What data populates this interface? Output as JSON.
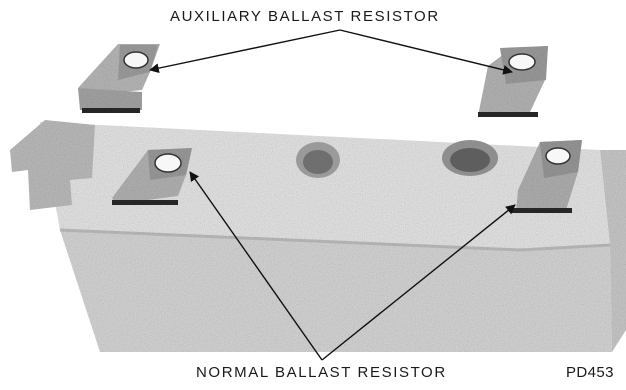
{
  "labels": {
    "auxiliary": "AUXILIARY BALLAST RESISTOR",
    "normal": "NORMAL BALLAST RESISTOR",
    "figure_code": "PD453"
  }
}
